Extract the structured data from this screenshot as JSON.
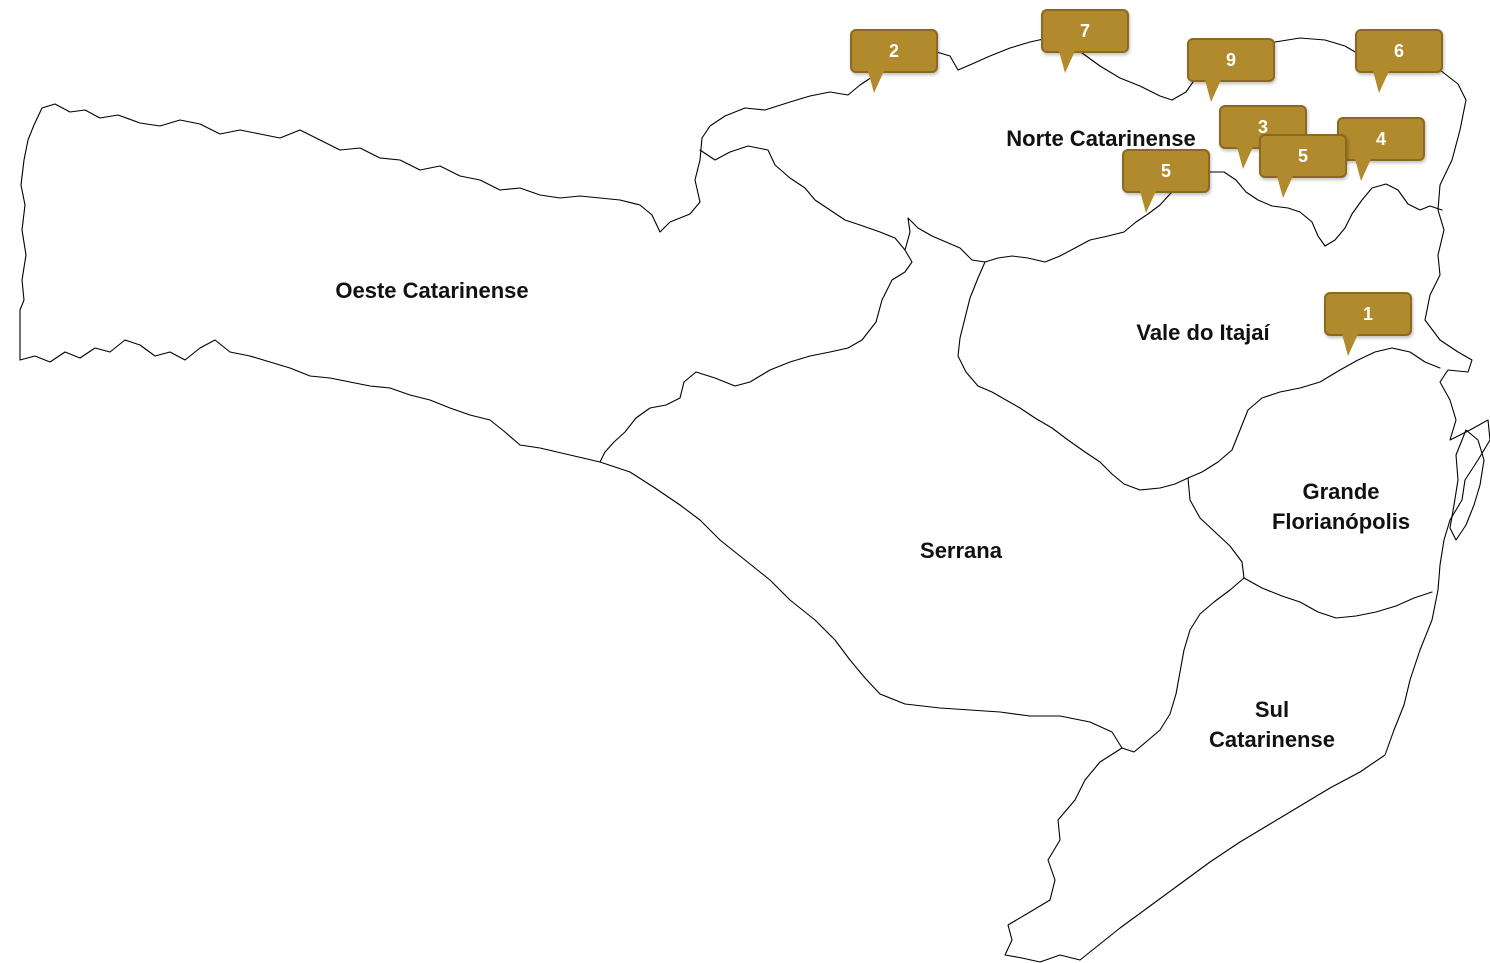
{
  "colors": {
    "marker_fill": "#b08a2c",
    "marker_text": "#ffffff",
    "border": "#000000",
    "background": "#ffffff"
  },
  "regions": [
    {
      "id": "oeste",
      "lines": [
        "Oeste Catarinense"
      ]
    },
    {
      "id": "norte",
      "lines": [
        "Norte Catarinense"
      ]
    },
    {
      "id": "vale",
      "lines": [
        "Vale do Itajaí"
      ]
    },
    {
      "id": "serrana",
      "lines": [
        "Serrana"
      ]
    },
    {
      "id": "grande",
      "lines": [
        "Grande",
        "Florianópolis"
      ]
    },
    {
      "id": "sul",
      "lines": [
        "Sul",
        "Catarinense"
      ]
    }
  ],
  "markers": [
    {
      "id": "m2",
      "label": "2"
    },
    {
      "id": "m7",
      "label": "7"
    },
    {
      "id": "m9",
      "label": "9"
    },
    {
      "id": "m6",
      "label": "6"
    },
    {
      "id": "m3",
      "label": "3"
    },
    {
      "id": "m5a",
      "label": "5"
    },
    {
      "id": "m4",
      "label": "4"
    },
    {
      "id": "m5b",
      "label": "5"
    },
    {
      "id": "m1",
      "label": "1"
    }
  ]
}
